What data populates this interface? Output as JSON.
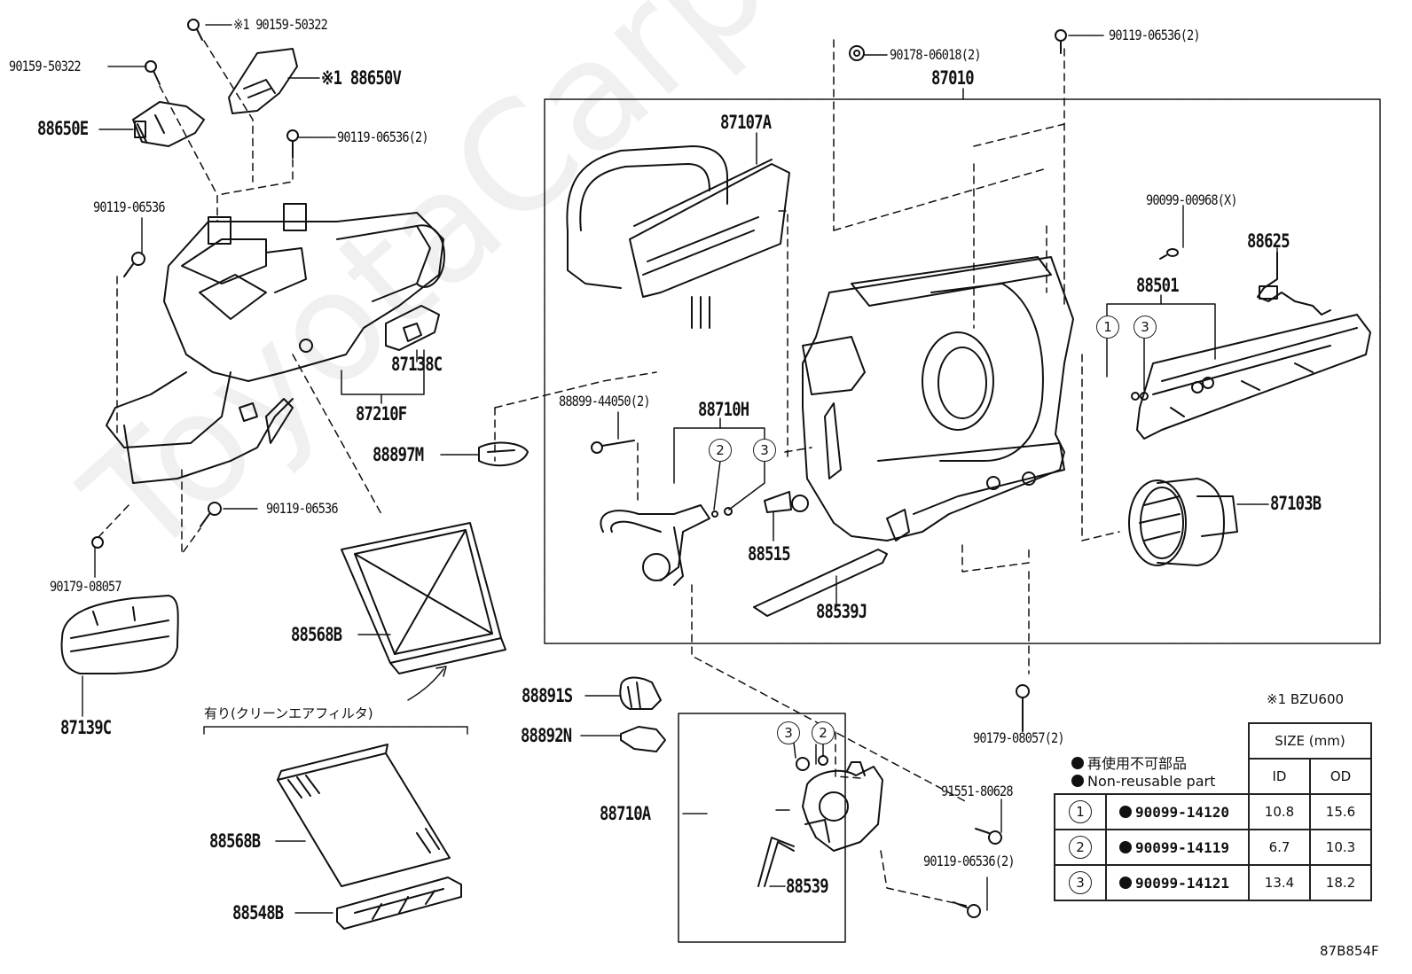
{
  "diagram": {
    "code": "87B854F",
    "watermark": "ToyotaCarparts.ru",
    "footnote": "※1 BZU600",
    "clean_air_filter_note": "有り(クリーンエアフィルタ)",
    "legend": {
      "non_reusable_jp": "再使用不可部品",
      "non_reusable_en": "Non-reusable part"
    },
    "labels": {
      "p90159_50322_top": "※1 90159-50322",
      "p90159_50322_left": "90159-50322",
      "p88650V": "※1 88650V",
      "p88650E": "88650E",
      "p90119_06536_2_left": "90119-06536(2)",
      "p90119_06536_left": "90119-06536",
      "p87138C": "87138C",
      "p87210F": "87210F",
      "p88897M": "88897M",
      "p90119_06536_mid": "90119-06536",
      "p90179_08057": "90179-08057",
      "p87139C": "87139C",
      "p88568B_a": "88568B",
      "p88568B_b": "88568B",
      "p88548B": "88548B",
      "p90178_06018": "90178-06018(2)",
      "p87010": "87010",
      "p90119_06536_2_top": "90119-06536(2)",
      "p87107A": "87107A",
      "p90099_00968": "90099-00968(X)",
      "p88625": "88625",
      "p88501": "88501",
      "p88899_44050": "88899-44050(2)",
      "p88710H": "88710H",
      "p88515": "88515",
      "p88539J": "88539J",
      "p87103B": "87103B",
      "p88891S": "88891S",
      "p88892N": "88892N",
      "p88710A": "88710A",
      "p88539": "88539",
      "p90179_08057_2": "90179-08057(2)",
      "p91551_80628": "91551-80628",
      "p90119_06536_2_bot": "90119-06536(2)"
    },
    "ref_circles": {
      "c88501_1": "1",
      "c88501_3": "3",
      "c88710H_2": "2",
      "c88710H_3": "3",
      "c88710A_3": "3",
      "c88710A_2": "2"
    },
    "size_table": {
      "header": "SIZE (mm)",
      "col_id": "ID",
      "col_od": "OD",
      "rows": [
        {
          "ref": "1",
          "part": "90099-14120",
          "id": "10.8",
          "od": "15.6"
        },
        {
          "ref": "2",
          "part": "90099-14119",
          "id": "6.7",
          "od": "10.3"
        },
        {
          "ref": "3",
          "part": "90099-14121",
          "id": "13.4",
          "od": "18.2"
        }
      ]
    }
  }
}
